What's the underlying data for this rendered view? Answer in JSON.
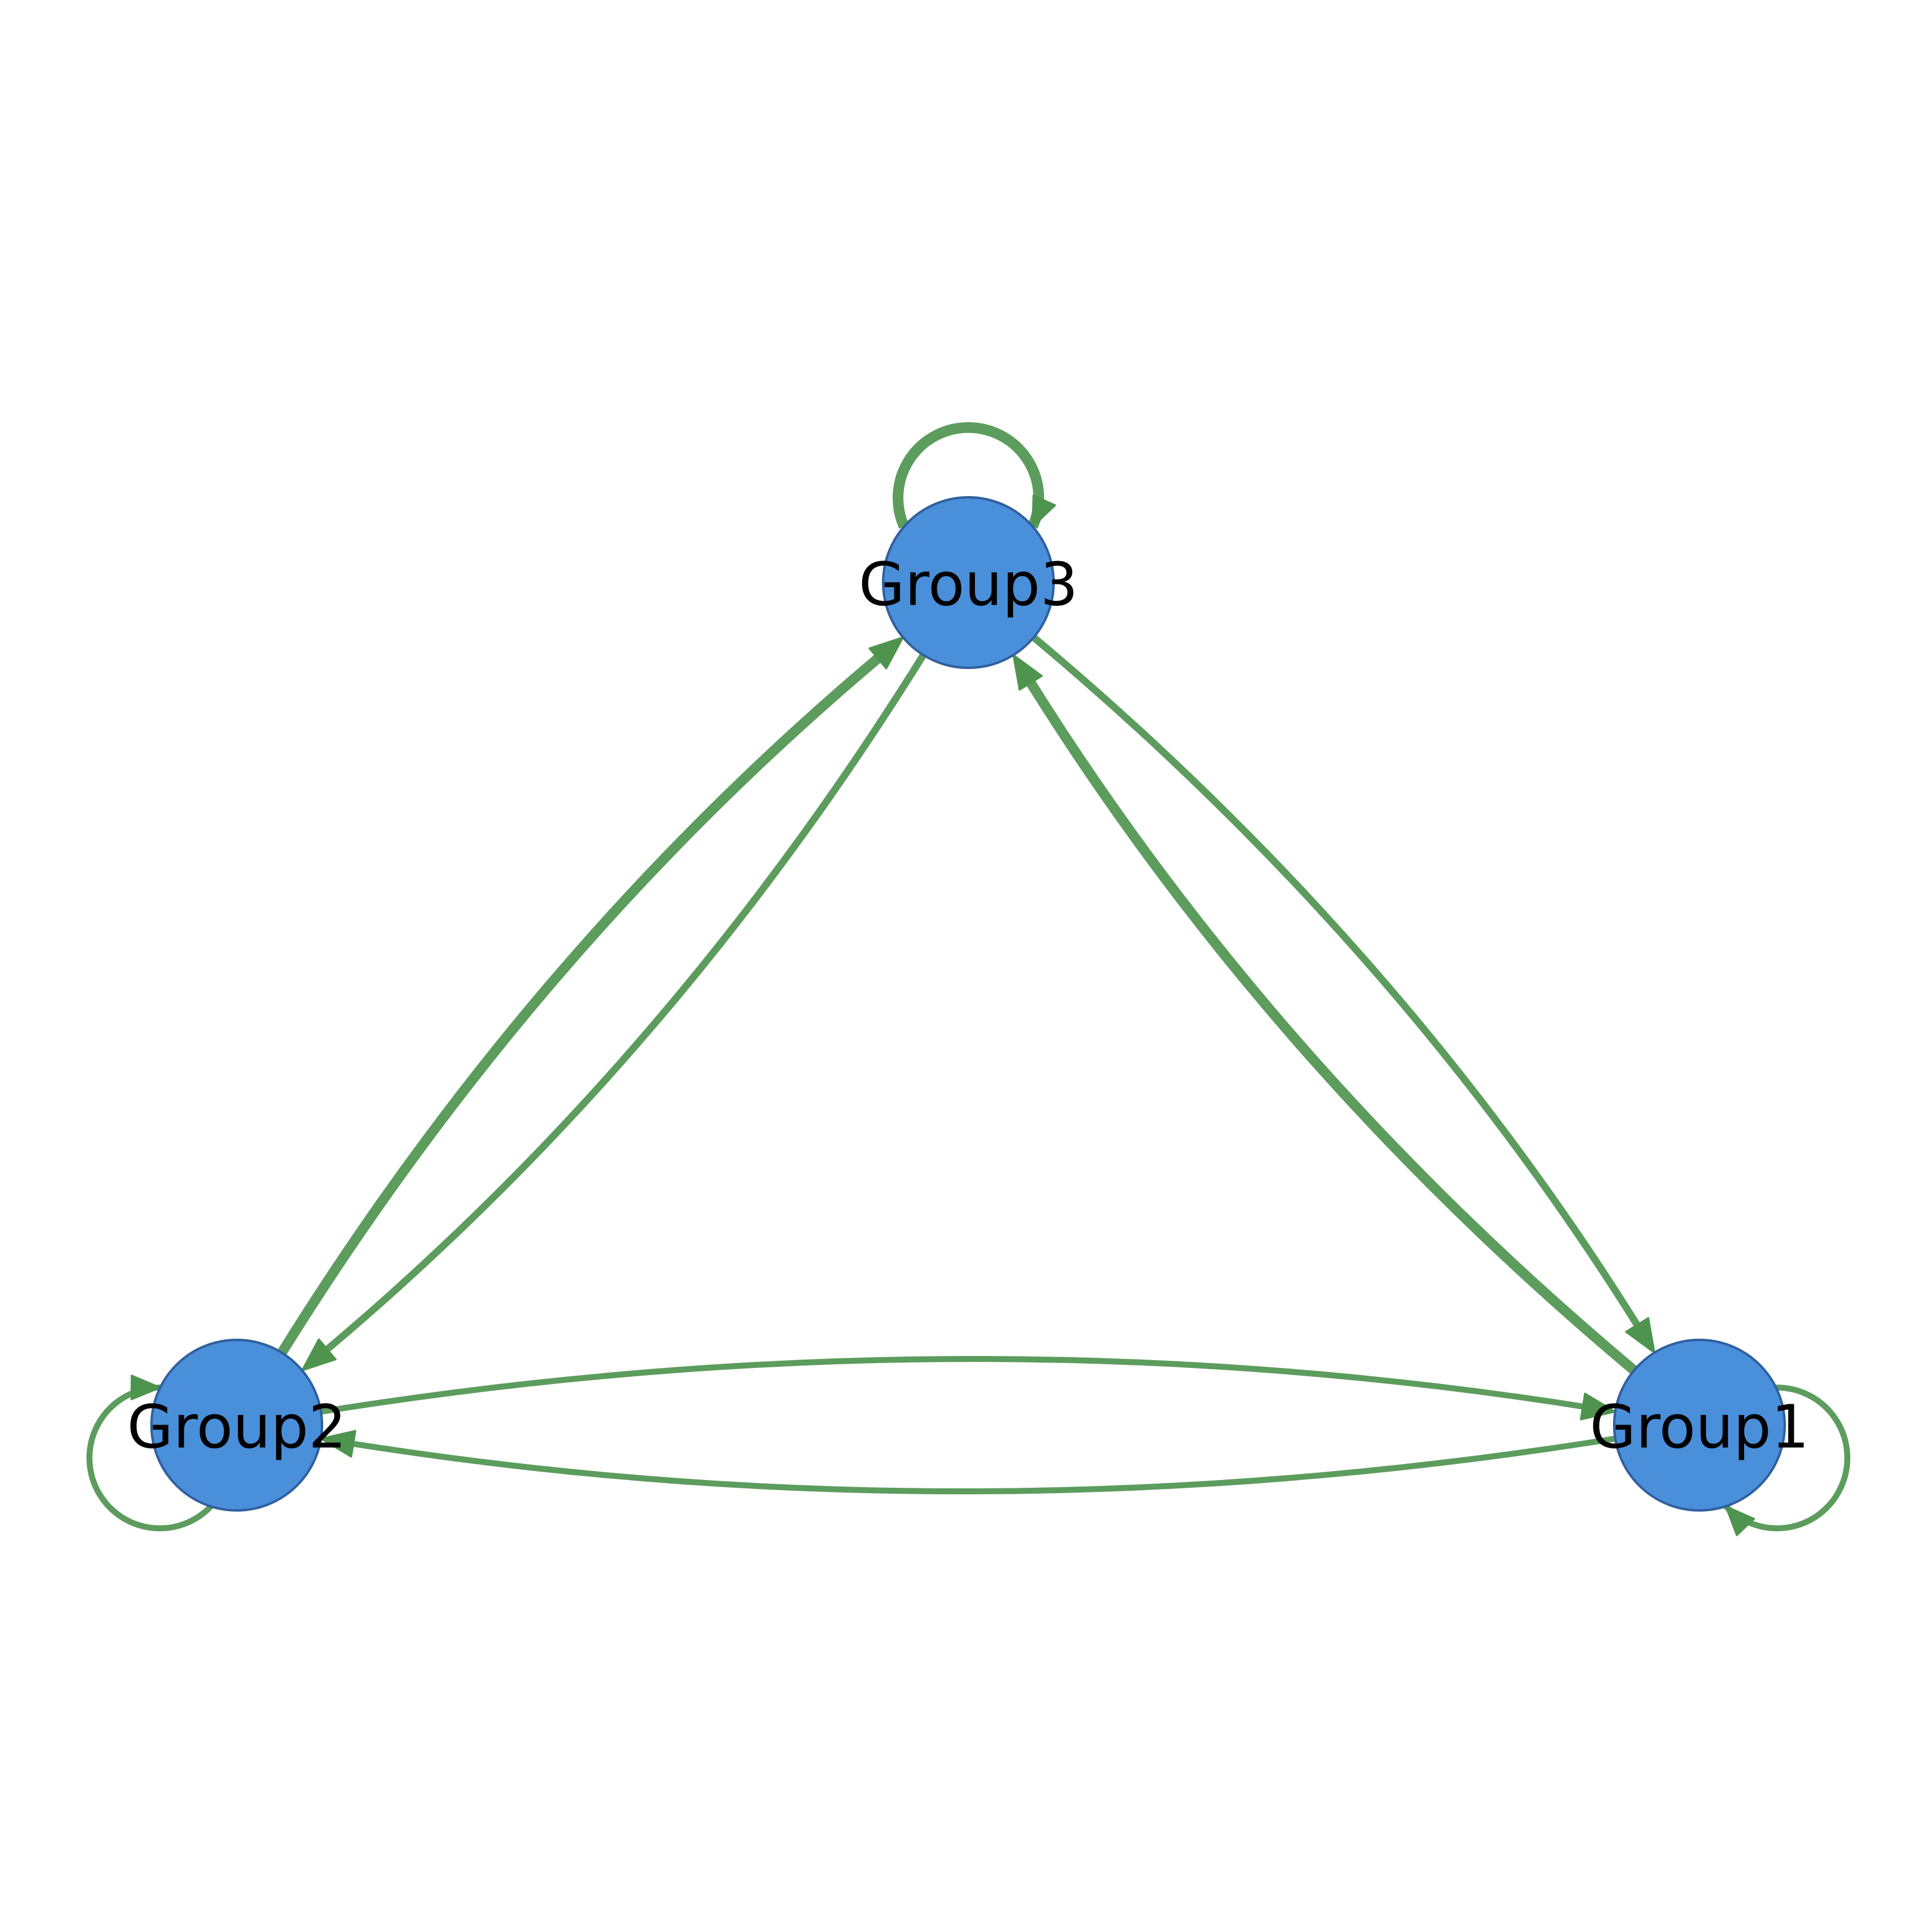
{
  "diagram": {
    "type": "directed-graph",
    "node_fill": "#4a8fd9",
    "node_stroke": "#2f5f9e",
    "edge_color": "#4e944f",
    "nodes": [
      {
        "id": "group1",
        "label": "Group1"
      },
      {
        "id": "group2",
        "label": "Group2"
      },
      {
        "id": "group3",
        "label": "Group3"
      }
    ],
    "edges": [
      {
        "from": "Group1",
        "to": "Group1"
      },
      {
        "from": "Group2",
        "to": "Group2"
      },
      {
        "from": "Group3",
        "to": "Group3"
      },
      {
        "from": "Group1",
        "to": "Group2"
      },
      {
        "from": "Group2",
        "to": "Group1"
      },
      {
        "from": "Group1",
        "to": "Group3"
      },
      {
        "from": "Group3",
        "to": "Group1"
      },
      {
        "from": "Group2",
        "to": "Group3"
      },
      {
        "from": "Group3",
        "to": "Group2"
      }
    ]
  }
}
